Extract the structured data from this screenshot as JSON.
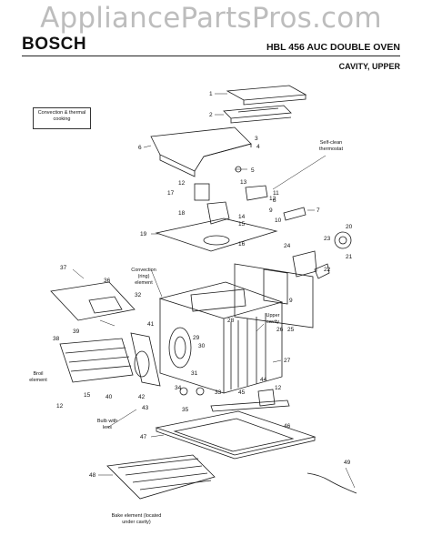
{
  "watermark": "AppliancePartsPros.com",
  "header": {
    "brand": "BOSCH",
    "model": "HBL 456 AUC DOUBLE OVEN",
    "section": "CAVITY, UPPER"
  },
  "legend": "Convection & thermal cooking",
  "callouts": {
    "self_clean": [
      "Self-clean",
      "thermostat"
    ],
    "convection": [
      "Convection",
      "(ring)",
      "element"
    ],
    "upper_cavity": [
      "Upper",
      "cavity"
    ],
    "broil": [
      "Broil",
      "element"
    ],
    "bulb": [
      "Bulb with",
      "lens"
    ],
    "bake": [
      "Bake element (located",
      "under cavity)"
    ]
  },
  "part_numbers": [
    "1",
    "2",
    "3",
    "4",
    "5",
    "6",
    "7",
    "8",
    "9",
    "9",
    "10",
    "11",
    "12",
    "12",
    "12",
    "12",
    "13",
    "14",
    "15",
    "15",
    "16",
    "17",
    "18",
    "19",
    "20",
    "21",
    "22",
    "23",
    "24",
    "25",
    "26",
    "27",
    "28",
    "29",
    "30",
    "31",
    "32",
    "33",
    "34",
    "35",
    "36",
    "37",
    "38",
    "39",
    "40",
    "41",
    "42",
    "43",
    "44",
    "45",
    "46",
    "47",
    "48",
    "49"
  ],
  "colors": {
    "line": "#1a1a1a",
    "watermark": "#bdbdbd"
  }
}
